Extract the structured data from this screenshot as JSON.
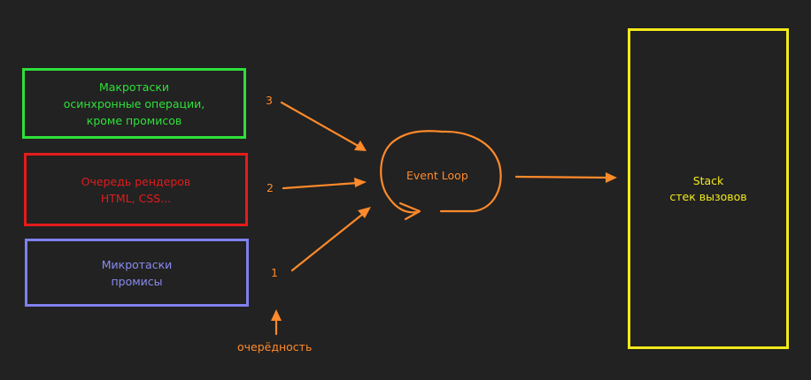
{
  "macro": {
    "line1": "Макротаски",
    "line2": "осинхронные операции,",
    "line3": "кроме промисов"
  },
  "render": {
    "line1": "Очередь рендеров",
    "line2": "HTML, CSS..."
  },
  "micro": {
    "line1": "Микротаски",
    "line2": "промисы"
  },
  "stack": {
    "line1": "Stack",
    "line2": "стек вызовов"
  },
  "priority": {
    "n3": "3",
    "n2": "2",
    "n1": "1",
    "label": "очерёдность"
  },
  "loop": {
    "label": "Event Loop"
  },
  "colors": {
    "background": "#222222",
    "macro": "#2fe03a",
    "render": "#e41b1b",
    "micro": "#7f80ee",
    "stack": "#f3ea1c",
    "arrows": "#ff8a2a"
  }
}
